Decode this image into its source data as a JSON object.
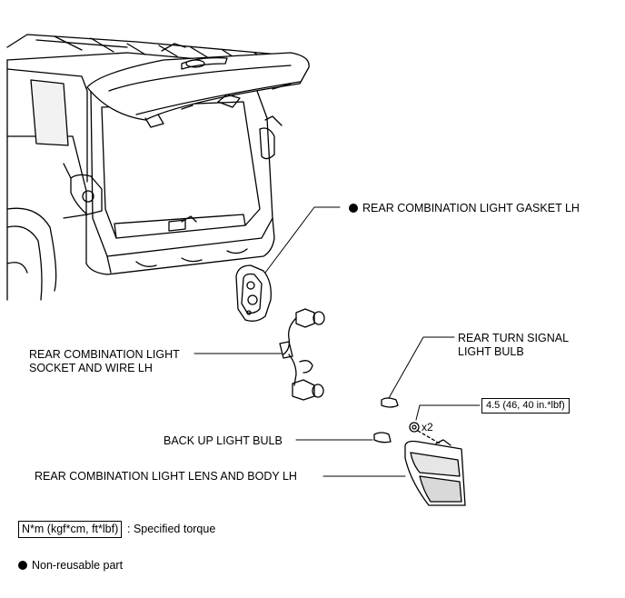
{
  "callouts": {
    "gasket": {
      "label": "REAR COMBINATION LIGHT GASKET LH"
    },
    "turn_bulb": {
      "line1": "REAR TURN SIGNAL",
      "line2": "LIGHT BULB"
    },
    "socket": {
      "line1": "REAR COMBINATION LIGHT",
      "line2": "SOCKET AND WIRE LH"
    },
    "backup_bulb": {
      "label": "BACK UP LIGHT BULB"
    },
    "lens_body": {
      "label": "REAR COMBINATION LIGHT LENS AND BODY LH"
    }
  },
  "torque": {
    "value": "4.5 (46, 40 in.*lbf)",
    "qty": "x2"
  },
  "legend": {
    "torque_units": "N*m (kgf*cm, ft*lbf)",
    "torque_desc": ": Specified torque",
    "nonreusable": "Non-reusable part"
  },
  "colors": {
    "ink": "#000000",
    "shade": "#d9d9d9",
    "bg": "#ffffff"
  }
}
